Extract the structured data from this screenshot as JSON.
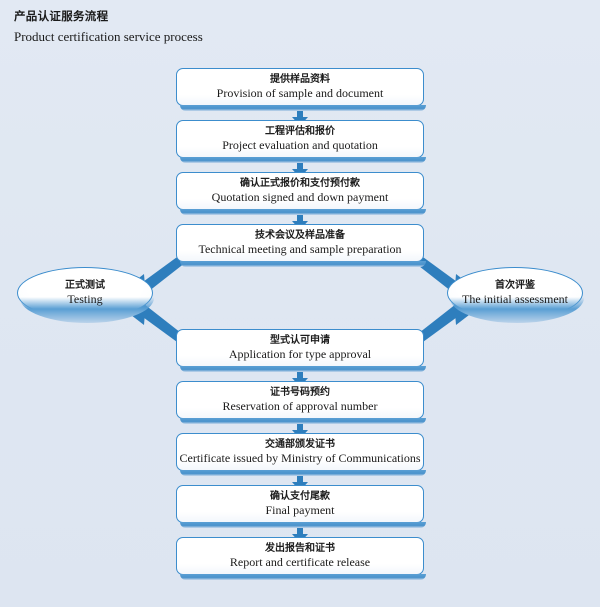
{
  "title": {
    "cn": "产品认证服务流程",
    "en": "Product certification service process"
  },
  "colors": {
    "background": "#dfe7f2",
    "node_border": "#3c8dcd",
    "node_fill": "#ffffff",
    "arrow": "#2e7ebd",
    "shadow": "#5a9fd4",
    "text": "#1a1a1a"
  },
  "flow": {
    "type": "flowchart",
    "orientation": "top-to-bottom",
    "boxes": [
      {
        "id": "box1",
        "cn": "提供样品资料",
        "en": "Provision of sample and document"
      },
      {
        "id": "box2",
        "cn": "工程评估和报价",
        "en": "Project evaluation and quotation"
      },
      {
        "id": "box3",
        "cn": "确认正式报价和支付预付款",
        "en": "Quotation signed and down payment"
      },
      {
        "id": "box4",
        "cn": "技术会议及样品准备",
        "en": "Technical meeting and sample preparation"
      },
      {
        "id": "box5",
        "cn": "型式认可申请",
        "en": "Application for type approval"
      },
      {
        "id": "box6",
        "cn": "证书号码预约",
        "en": "Reservation of approval number"
      },
      {
        "id": "box7",
        "cn": "交通部颁发证书",
        "en": "Certificate issued by Ministry of Communications"
      },
      {
        "id": "box8",
        "cn": "确认支付尾款",
        "en": "Final payment"
      },
      {
        "id": "box9",
        "cn": "发出报告和证书",
        "en": "Report and certificate release"
      }
    ],
    "ellipses": [
      {
        "id": "ellipse-left",
        "cn": "正式测试",
        "en": "Testing"
      },
      {
        "id": "ellipse-right",
        "cn": "首次评鉴",
        "en": "The initial assessment"
      }
    ],
    "connections": [
      {
        "from": "box1",
        "to": "box2",
        "style": "vertical-arrow"
      },
      {
        "from": "box2",
        "to": "box3",
        "style": "vertical-arrow"
      },
      {
        "from": "box3",
        "to": "box4",
        "style": "vertical-arrow"
      },
      {
        "from": "box4",
        "to": "ellipse-left",
        "style": "diagonal-arrow"
      },
      {
        "from": "box4",
        "to": "ellipse-right",
        "style": "diagonal-arrow"
      },
      {
        "from": "box5",
        "to": "ellipse-left",
        "style": "diagonal-arrow"
      },
      {
        "from": "box5",
        "to": "ellipse-right",
        "style": "diagonal-arrow"
      },
      {
        "from": "box5",
        "to": "box6",
        "style": "vertical-arrow"
      },
      {
        "from": "box6",
        "to": "box7",
        "style": "vertical-arrow"
      },
      {
        "from": "box7",
        "to": "box8",
        "style": "vertical-arrow"
      },
      {
        "from": "box8",
        "to": "box9",
        "style": "vertical-arrow"
      }
    ]
  }
}
